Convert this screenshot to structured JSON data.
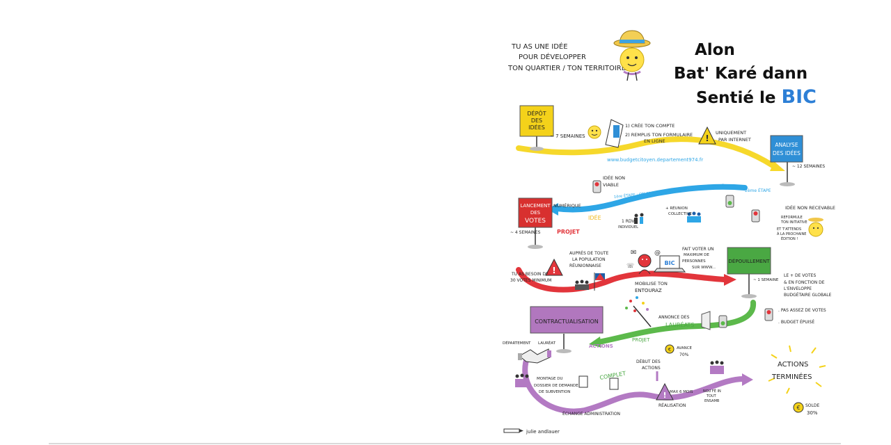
{
  "intro": [
    "TU AS UNE IDÉE",
    "POUR DÉVELOPPER",
    "TON QUARTIER / TON TERRITOIRE ?"
  ],
  "title": {
    "line1": "Alon",
    "line2": "Bat' Karé dann",
    "line3_prefix": "Sentié le",
    "line3_accent": "BIC"
  },
  "signs": {
    "depot": [
      "DÉPÔT",
      "DES",
      "IDÉES"
    ],
    "analyse": [
      "ANALYSE",
      "DES IDÉES"
    ],
    "lancement": [
      "LANCEMENT",
      "DES",
      "VOTES"
    ],
    "depouillement": "DÉPOUILLEMENT",
    "contractualisation": "CONTRACTUALISATION"
  },
  "step1": {
    "weeks": "~ 7 SEMAINES",
    "instr1": "1) CRÉE TON COMPTE",
    "instr2": [
      "2) REMPLIS TON FORMULAIRE",
      "EN LIGNE"
    ],
    "warning": [
      "UNIQUEMENT",
      "PAR INTERNET"
    ],
    "url": "www.budgetcitoyen.departement974.fr"
  },
  "step2": {
    "weeks": "~ 12 SEMAINES",
    "non_viable": [
      "IDÉE NON",
      "VIABLE"
    ],
    "stage1": "1ère ÉTAPE : ON ANALYSE AVEC TOI SUR TON TERRITOIRE",
    "stage2": "2ème ÉTAPE",
    "non_recevable": "IDÉE NON RECEVABLE",
    "reformule": [
      "REFORMULE",
      "TON INITIATIVE"
    ],
    "attends": [
      "ET T'ATTENDS",
      "À LA PROCHAINE",
      "ÉDITION !"
    ],
    "reunion": [
      "+ RÉUNION",
      "COLLECTIVE"
    ],
    "rdv": [
      "1 RDV",
      "INDIVIDUEL"
    ],
    "idee": "IDÉE",
    "numerique": "NUMÉRIQUE",
    "projet": "PROJET"
  },
  "step3": {
    "weeks": "~ 4 SEMAINES",
    "besoin": [
      "TU AS BESOIN DE",
      "30 VOTES MINIMUM"
    ],
    "aupres": [
      "AUPRÈS DE TOUTE",
      "LA POPULATION",
      "RÉUNIONNAISE"
    ],
    "mobilise": [
      "MOBILISE TON",
      "ENTOURAZ"
    ],
    "fait_voter": [
      "FAIT VOTER UN",
      "MAXIMUM DE",
      "PERSONNES",
      "SUR WWW..."
    ],
    "bic": "BIC"
  },
  "step4": {
    "weeks": "~ 1 SEMAINE",
    "criteria": [
      "LE + DE VOTES",
      "& EN FONCTION DE",
      "L'ENVELOPPE",
      "BUDGÉTAIRE GLOBALE"
    ],
    "fail": [
      ". PAS ASSEZ DE VOTES",
      ". BUDGET ÉPUISÉ"
    ],
    "annonce": [
      "ANNONCE DES",
      "LAURÉATS"
    ],
    "projet": "PROJET",
    "actions": "ACTIONS"
  },
  "step5": {
    "departement": "DÉPARTEMENT",
    "laureat": "LAURÉAT",
    "avance": [
      "AVANCE",
      "70%"
    ],
    "debut": [
      "DÉBUT DES",
      "ACTIONS"
    ],
    "montage": [
      "MONTAGE DU",
      "DOSSIER DE DEMANDE",
      "DE SUBVENTION"
    ],
    "complet": "COMPLET",
    "echange": "ÉCHANGE ADMINISTRATION",
    "max_mois": "MAX 6 MOIS",
    "realisation": "RÉALISATION",
    "tous": [
      "NOU FÉ IN",
      "TOUT",
      "ENSAMB"
    ],
    "terminees": [
      "ACTIONS",
      "TERMINÉES"
    ],
    "solde": [
      "SOLDE",
      "30%"
    ]
  },
  "signature": "julie andlauer",
  "colors": {
    "yellow": "#f6d82b",
    "blue": "#2ea6e6",
    "red": "#e2353b",
    "green": "#5cb94b",
    "purple": "#b37ac3",
    "sign_yellow": "#f4d21a",
    "sign_blue": "#2f8fd6",
    "sign_red": "#d8302f",
    "sign_green": "#4aa843",
    "sign_purple": "#b177be",
    "accent_bic": "#2d7fd6"
  }
}
